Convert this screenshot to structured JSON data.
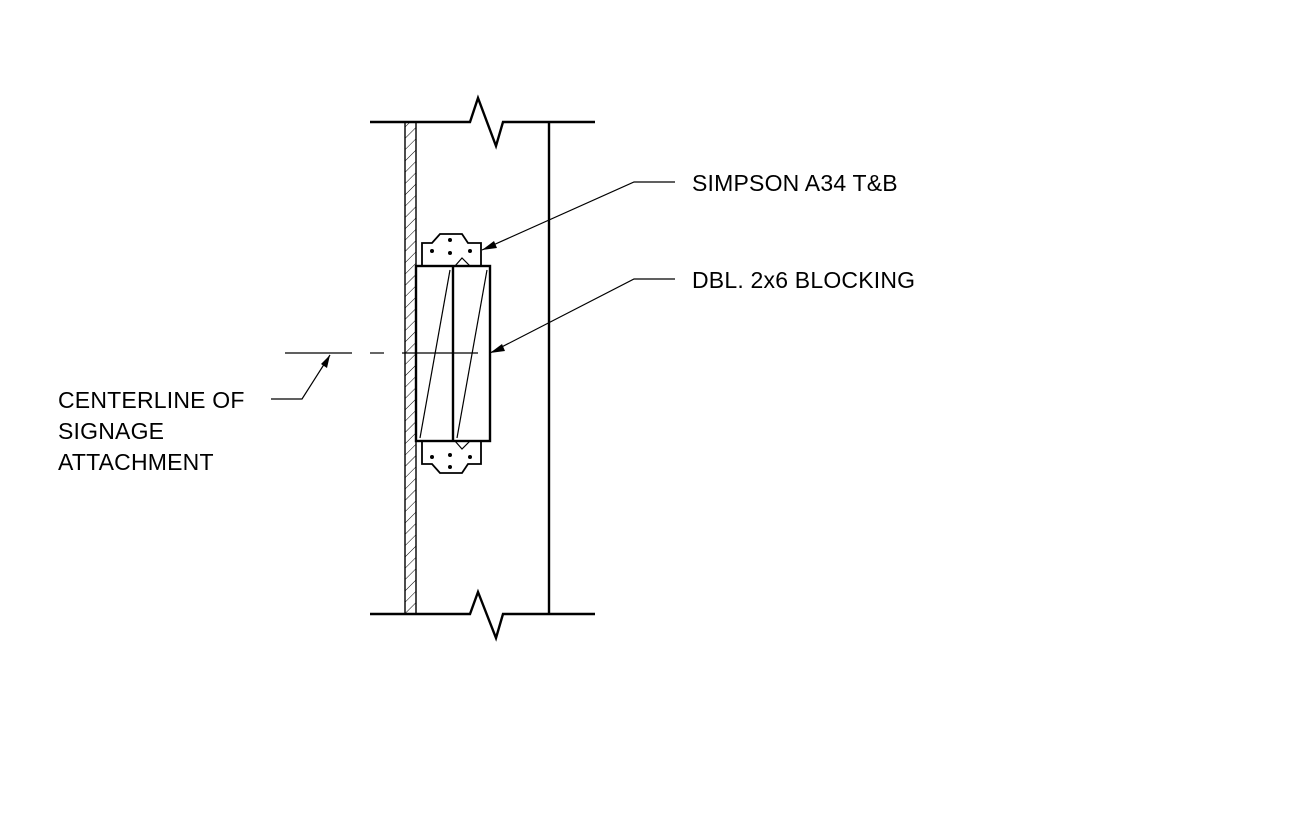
{
  "labels": {
    "connector": "SIMPSON A34  T&B",
    "blocking": "DBL. 2x6 BLOCKING",
    "centerline": [
      "CENTERLINE OF",
      "SIGNAGE",
      "ATTACHMENT"
    ]
  },
  "colors": {
    "line": "#000000",
    "background": "#ffffff"
  }
}
